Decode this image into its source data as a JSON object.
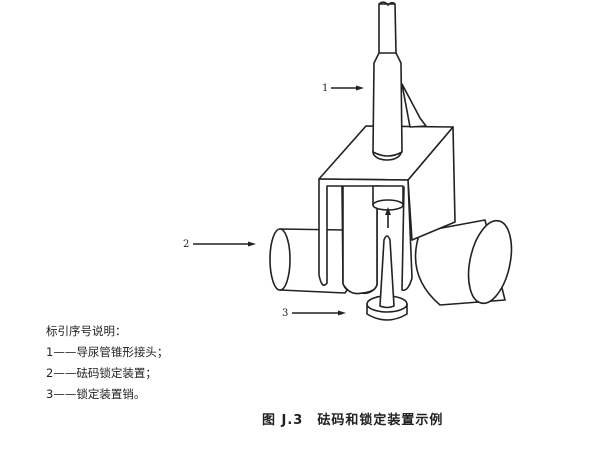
{
  "figure": {
    "callouts": [
      "1",
      "2",
      "3"
    ],
    "legend": {
      "title": "标引序号说明：",
      "items": [
        "1——导尿管锥形接头；",
        "2——砝码锁定装置；",
        "3——锁定装置销。"
      ]
    },
    "caption": "图 J.3　砝码和锁定装置示例"
  }
}
